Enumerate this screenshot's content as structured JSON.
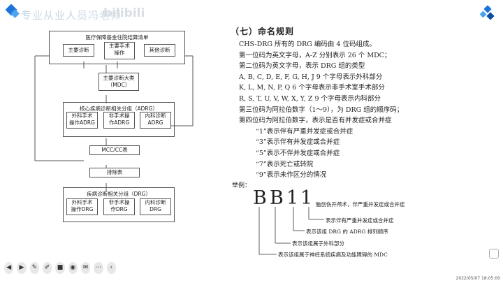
{
  "watermark": {
    "text": "专业从业人员冯老师",
    "bili": "bilibili"
  },
  "flowchart": {
    "top_title": "医疗保障基金住院结算清单",
    "top_boxes": [
      "主要诊断",
      "主要手术\n操作",
      "其他诊断"
    ],
    "mdc_box": "主要诊断大类\n（MDC）",
    "adrg_title": "核心疾病诊断相关分组（ADRG）",
    "adrg_boxes": [
      "外科手术\n操作ADRG",
      "非手术操\n作ADRG",
      "内科诊断\nADRG"
    ],
    "mcc_box": "MCC/CC表",
    "exclude_box": "排除表",
    "drg_title": "疾病诊断相关分组（DRG）",
    "drg_boxes": [
      "外科手术\n操作DRG",
      "非手术操\n作DRG",
      "内科诊断\nDRG"
    ]
  },
  "section_title": "（七）命名规则",
  "rules": [
    "CHS-DRG 所有的 DRG 编码由 4 位码组成。",
    "第一位码为英文字母，A-Z 分别表示 26 个 MDC；",
    "第二位码为英文字母，表示 DRG 组的类型",
    "A, B, C, D, E, F, G, H, J     9 个字母表示外科部分",
    "K, L, M, N, P, Q     6 个字母表示非手术室手术部分",
    "R, S, T, U, V, W, X, Y, Z     9 个字母表示内科部分",
    "第三位码为阿拉伯数字（1～9），为 DRG 组的顺序码；",
    "第四位码为阿拉伯数字，表示是否有并发症或合并症"
  ],
  "rules_sub": [
    "“1”表示伴有严重并发症或合并症",
    "“3”表示伴有并发症或合并症",
    "“5”表示不伴并发症或合并症",
    "“7”表示死亡或转院",
    "“9”表示未作区分的情况"
  ],
  "example": {
    "label": "举例：",
    "chars": [
      "B",
      "B",
      "1",
      "1"
    ],
    "notes": [
      "脑创伤开颅术，伴严重并发症或合并症",
      "表示伴有严重并发症或合并症",
      "表示该组 DRG 的 ADRG 排列顺序",
      "表示该组属于外科部分",
      "表示该组属于神经系统疾病及功能障碍的 MDC"
    ]
  },
  "toolbar": {
    "icons": [
      "back-icon",
      "play-icon",
      "pen-icon",
      "pencil-icon",
      "video-icon",
      "camera-icon",
      "chat-icon",
      "more-icon",
      "prev-icon"
    ]
  },
  "timestamp": "2022/05/07 18:05:00"
}
